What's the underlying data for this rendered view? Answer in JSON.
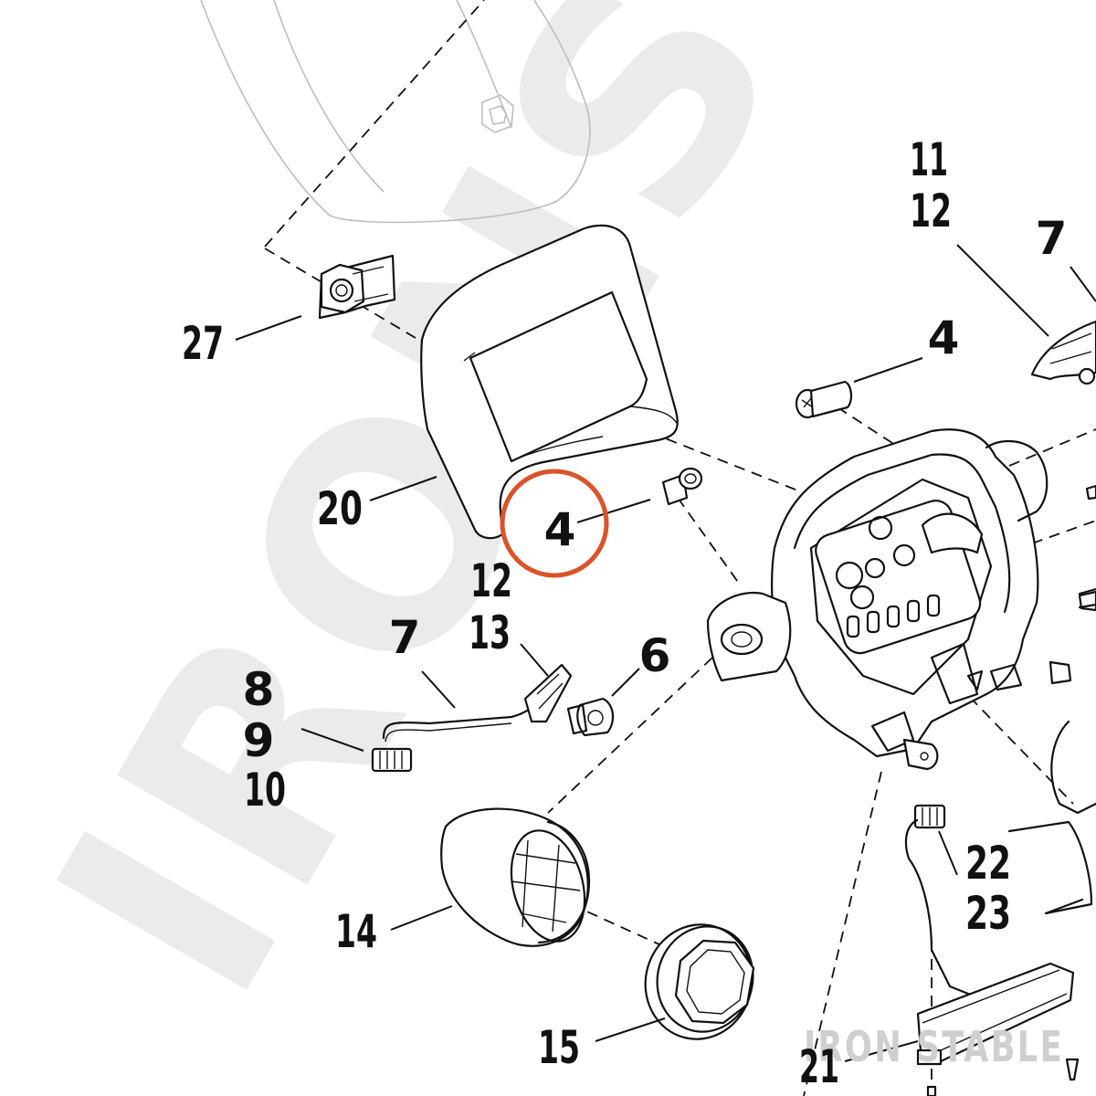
{
  "watermark": {
    "text": "IRONSTABLE",
    "color": "#ebebeb"
  },
  "brand_mark": "IRON STABLE",
  "highlight": {
    "color": "#d9542a"
  },
  "callouts": {
    "c27": "27",
    "c20": "20",
    "c4_circled": "4",
    "c4_upper": "4",
    "c11": "11",
    "c12_upper": "12",
    "c7_right": "7",
    "c12_mid": "12",
    "c13": "13",
    "c7_left": "7",
    "c6": "6",
    "c8": "8",
    "c9": "9",
    "c10": "10",
    "c14": "14",
    "c15": "15",
    "c22": "22",
    "c23": "23",
    "c21": "21"
  }
}
